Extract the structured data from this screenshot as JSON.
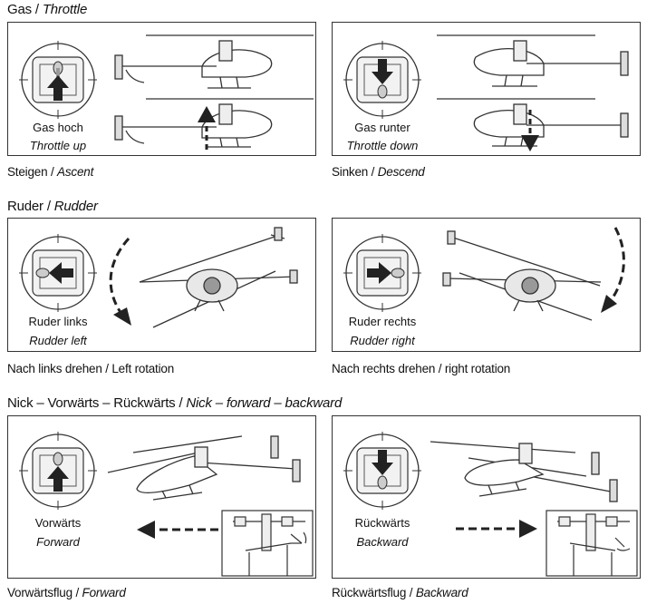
{
  "sections": [
    {
      "title_de": "Gas",
      "title_en": "Throttle"
    },
    {
      "title_de": "Ruder",
      "title_en": "Rudder"
    },
    {
      "title_de": "Nick – Vorwärts – Rückwärts",
      "title_en": "Nick – forward – backward"
    }
  ],
  "panels": [
    {
      "label_de": "Gas hoch",
      "label_en": "Throttle up",
      "caption_de": "Steigen",
      "caption_en": "Ascent"
    },
    {
      "label_de": "Gas runter",
      "label_en": "Throttle down",
      "caption_de": "Sinken",
      "caption_en": "Descend"
    },
    {
      "label_de": "Ruder links",
      "label_en": "Rudder left",
      "caption_de": "Nach links drehen",
      "caption_en": "Left rotation"
    },
    {
      "label_de": "Ruder rechts",
      "label_en": "Rudder right",
      "caption_de": "Nach rechts drehen",
      "caption_en": "right rotation"
    },
    {
      "label_de": "Vorwärts",
      "label_en": "Forward",
      "caption_de": "Vorwärtsflug",
      "caption_en": "Forward"
    },
    {
      "label_de": "Rückwärts",
      "label_en": "Backward",
      "caption_de": "Rückwärtsflug",
      "caption_en": "Backward"
    }
  ],
  "separator": " / ",
  "icons": [
    "stick-up-icon",
    "stick-down-icon",
    "stick-left-icon",
    "stick-right-icon",
    "rotate-ccw-icon",
    "rotate-cw-icon",
    "arrow-left-dashed-icon",
    "arrow-right-dashed-icon",
    "helicopter-icon"
  ]
}
